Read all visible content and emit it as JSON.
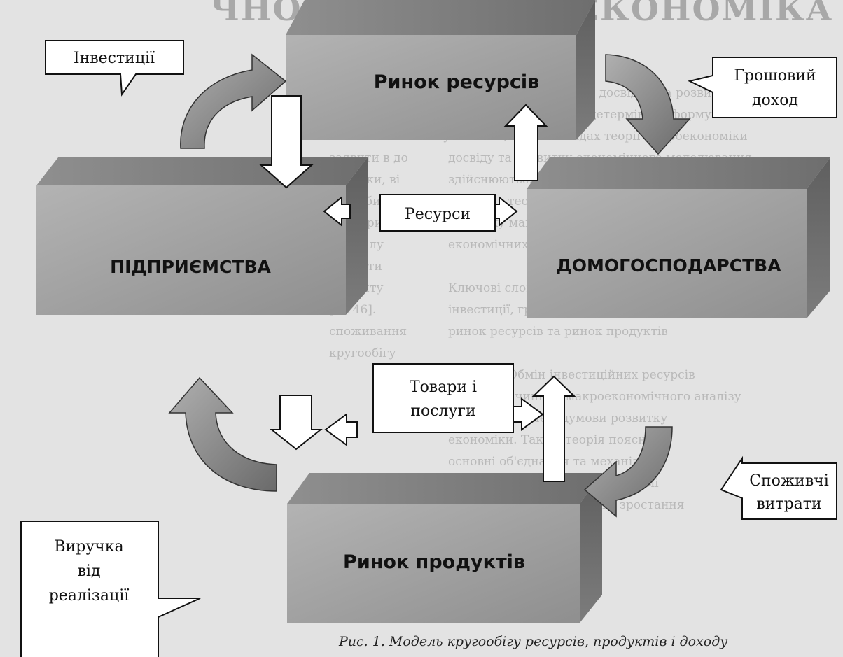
{
  "boxes": {
    "resource_market": "Ринок ресурсів",
    "firms": "ПІДПРИЄМСТВА",
    "households": "ДОМОГОСПОДАРСТВА",
    "product_market": "Ринок продуктів"
  },
  "callouts": {
    "investments": "Інвестиції",
    "money_income": [
      "Грошовий",
      "доход"
    ],
    "consumer_spending": [
      "Споживчі",
      "витрати"
    ],
    "revenue": [
      "Виручка",
      "від",
      "реалізації"
    ]
  },
  "flows": {
    "resources": "Ресурси",
    "goods_services": [
      "Товари і",
      "послуги"
    ]
  },
  "caption": "Рис. 1. Модель кругообігу ресурсів, продуктів і доходу"
}
